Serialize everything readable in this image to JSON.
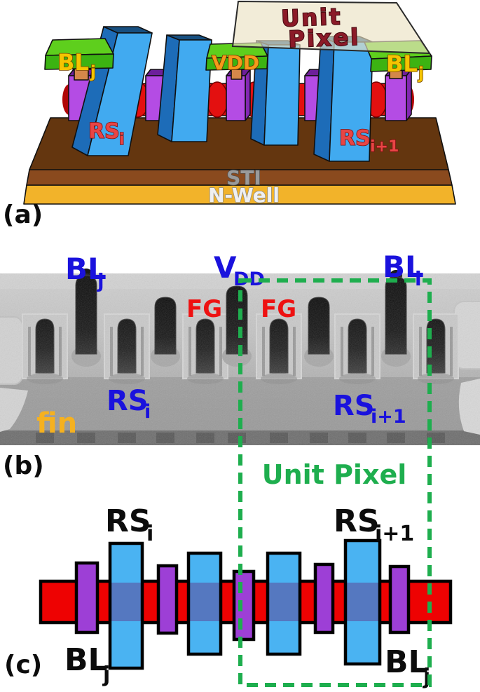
{
  "figure_caption_tags": {
    "a": "(a)",
    "b": "(b)",
    "c": "(c)"
  },
  "colors": {
    "green_plate": "#5ecf1d",
    "green_front": "#3cb312",
    "blue_front": "#41aaf0",
    "blue_side": "#1d6cb8",
    "blue_top": "#174f80",
    "purple_front": "#b44ce4",
    "purple_side": "#8329b3",
    "purple_top": "#6d1f9a",
    "red_rod": "#e31010",
    "red_rod_dark": "#b00606",
    "brown_top": "#64360f",
    "brown_front": "#8a4a1e",
    "nwell_yellow": "#f2b32a",
    "beige_plate": "#ece2c4",
    "orange_post": "#d4874a",
    "label_yellow": "#f5c400",
    "label_orange": "#f59a1a",
    "label_red": "#e84545",
    "label_red_b": "#ee1111",
    "label_blue": "#1a12dd",
    "label_fin_orange": "#f5b120",
    "dash_green": "#1eae4e",
    "unit_pixel_red": "#8b1a28",
    "sti_gray": "#9a9a9a",
    "nwell_text": "#f0f0f0",
    "c_red": "#ee0202",
    "c_blue": "#4ab3f2",
    "c_overlap": "#5578c0",
    "c_purple": "#9d3fd6"
  },
  "panel_a": {
    "tag": "(a)",
    "unit_pixel": {
      "line1": "Unit",
      "line2": "Pixel"
    },
    "bl_left": {
      "base": "BL",
      "sub": "j"
    },
    "vdd": "VDD",
    "bl_right": {
      "base": "BL",
      "sub": "j"
    },
    "rs_i": {
      "base": "RS",
      "sub": "i"
    },
    "rs_i1": {
      "base": "RS",
      "sub": "i+1"
    },
    "sti": "STI",
    "nwell": "N-Well"
  },
  "panel_b": {
    "tag": "(b)",
    "bl_j": {
      "base": "BL",
      "sub": "j"
    },
    "vdd": {
      "base": "V",
      "sub": "DD"
    },
    "bl_i": {
      "base": "BL",
      "sub": "i"
    },
    "fg_left": "FG",
    "fg_right": "FG",
    "rs_i": {
      "base": "RS",
      "sub": "i"
    },
    "rs_i1": {
      "base": "RS",
      "sub": "i+1"
    },
    "fin": "fin"
  },
  "unit_pixel_box_label": "Unit Pixel",
  "panel_c": {
    "tag": "(c)",
    "rs_i": {
      "base": "RS",
      "sub": "i"
    },
    "rs_i1": {
      "base": "RS",
      "sub": "i+1"
    },
    "bl_left": {
      "base": "BL",
      "sub": "j"
    },
    "bl_right": {
      "base": "BL",
      "sub": "j"
    }
  }
}
